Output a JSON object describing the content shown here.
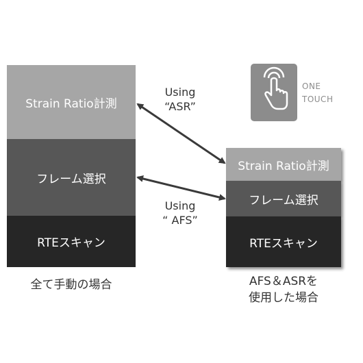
{
  "left_stack": {
    "strain_ratio": "Strain Ratio計測",
    "frame_select": "フレーム選択",
    "rte_scan": "RTEスキャン",
    "caption": "全て手動の場合"
  },
  "right_stack": {
    "strain_ratio": "Strain Ratio計測",
    "frame_select": "フレーム選択",
    "rte_scan": "RTEスキャン",
    "caption_line1": "AFS＆ASRを",
    "caption_line2": "使用した場合"
  },
  "arrows": {
    "asr_line1": "Using",
    "asr_line2": "“ASR”",
    "afs_line1": "Using",
    "afs_line2": "“ AFS”"
  },
  "badge": {
    "icon": "hand-tap-icon",
    "line1": "ONE",
    "line2": "TOUCH"
  },
  "colors": {
    "light_block": "#a6a6a6",
    "mid_block": "#575757",
    "dark_block": "#262626",
    "arrow": "#3a3a3a"
  }
}
